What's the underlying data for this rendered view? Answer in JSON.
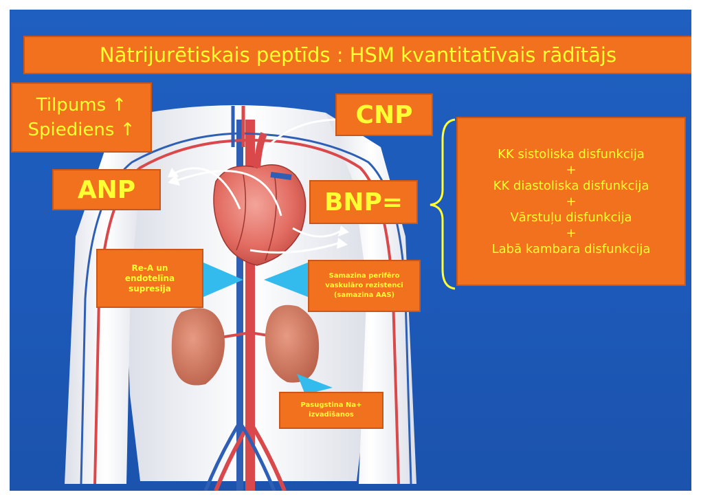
{
  "slide": {
    "title": "Nātrijurētiskais peptīds : HSM kvantitatīvais rādītājs",
    "stimulus": {
      "line1": "Tilpums ↑",
      "line2": "Spiediens ↑"
    },
    "cnp": "CNP",
    "anp": "ANP",
    "bnp": "BNP=",
    "dysfunction_list": [
      "KK sistoliska disfunkcija",
      "+",
      "KK diastoliska disfunkcija",
      "+",
      "Vārstuļu disfunkcija",
      "+",
      "Labā kambara disfunkcija"
    ],
    "effects": {
      "rea": [
        "Re-A un",
        "endotelīna",
        "supresija"
      ],
      "vascular": [
        "Samazina perifēro",
        "vaskulāro rezistenci",
        "(samazina AAS)"
      ],
      "sodium": [
        "Pasugstina Na+",
        "izvadīšanos"
      ]
    }
  },
  "colors": {
    "background": "#1f5fbf",
    "box_fill": "#f2711f",
    "box_text": "#ffff33",
    "bracket": "#ffff33",
    "wedge": "#33bbee"
  }
}
